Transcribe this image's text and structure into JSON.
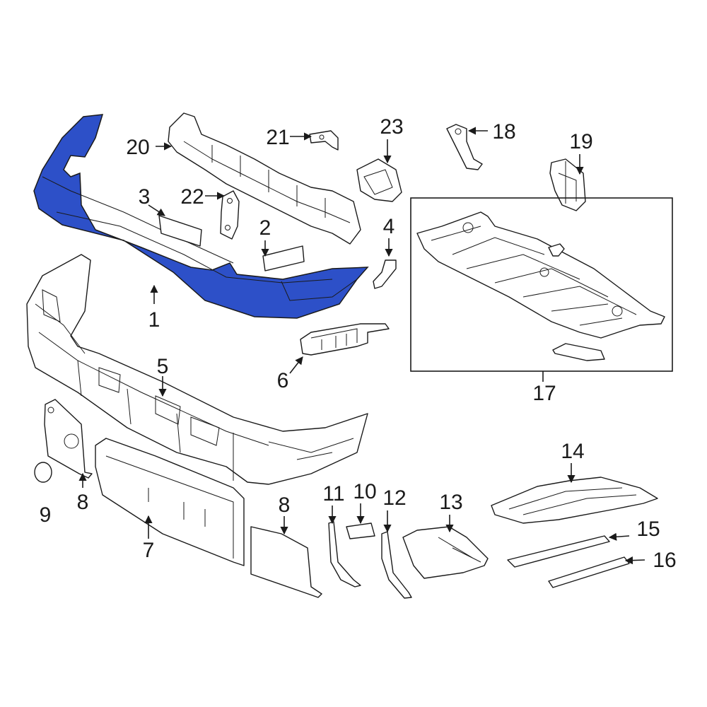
{
  "highlight_color": "#2d50c8",
  "line_color": "#1a1a1a",
  "callouts": {
    "c1": "1",
    "c2": "2",
    "c3": "3",
    "c4": "4",
    "c5": "5",
    "c6": "6",
    "c7": "7",
    "c8a": "8",
    "c8b": "8",
    "c9": "9",
    "c10": "10",
    "c11": "11",
    "c12": "12",
    "c13": "13",
    "c14": "14",
    "c15": "15",
    "c16": "16",
    "c17": "17",
    "c18": "18",
    "c19": "19",
    "c20": "20",
    "c21": "21",
    "c22": "22",
    "c23": "23"
  }
}
